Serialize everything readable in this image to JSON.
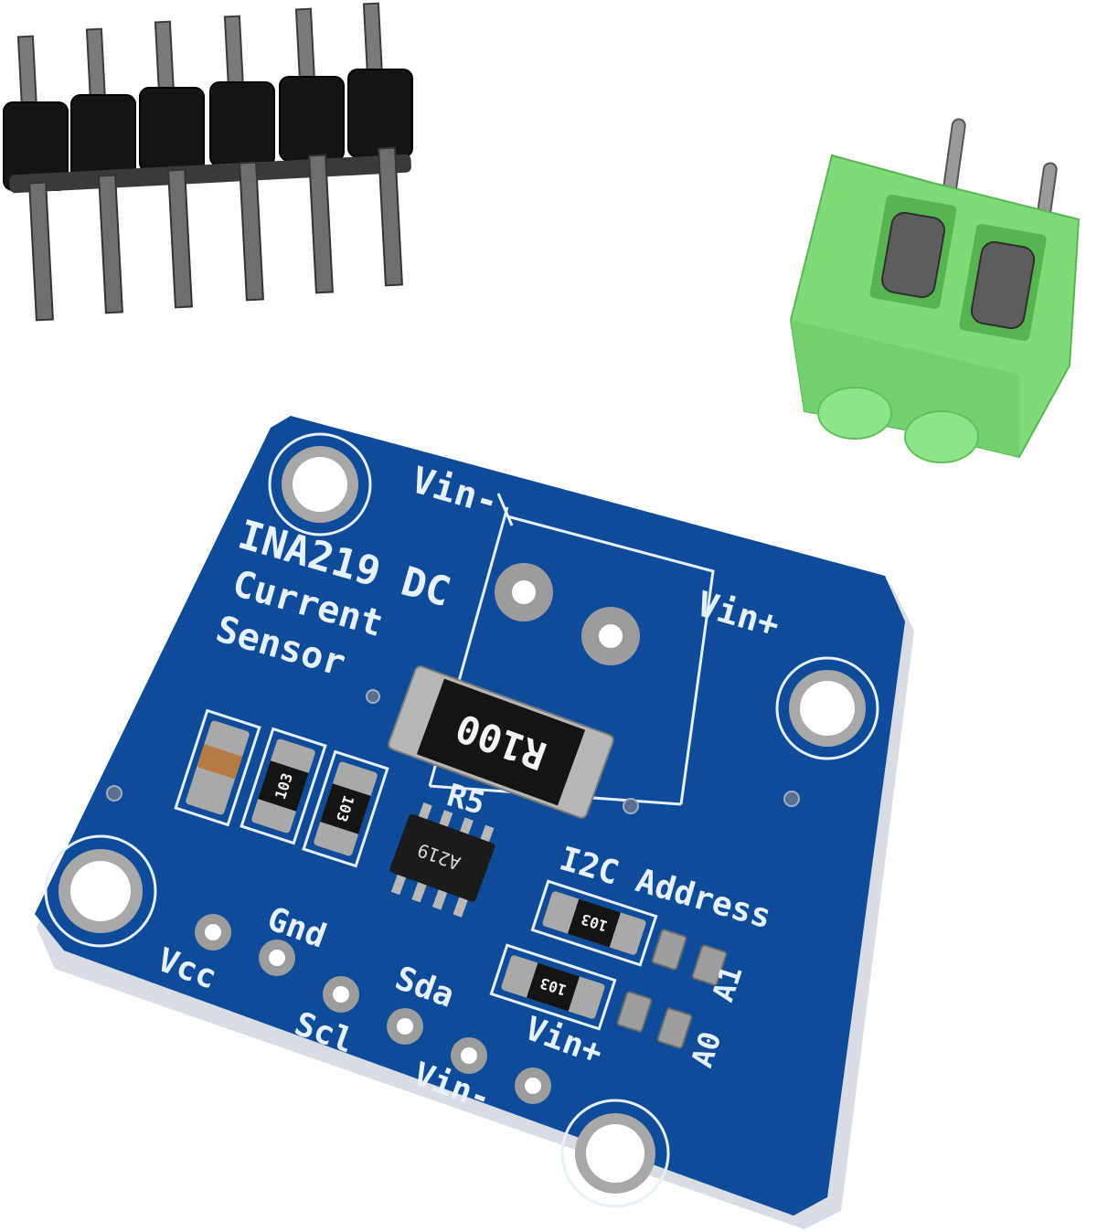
{
  "scene": {
    "description": "INA219 DC current sensor breakout kit on white background",
    "background_color": "#ffffff"
  },
  "pin_header": {
    "pin_count": 6,
    "housing_color": "#111111",
    "pin_color": "#6f6f6f"
  },
  "terminal_block": {
    "positions": 2,
    "body_color": "#7fe07a",
    "screw_color": "#6a6a6a"
  },
  "board": {
    "pcb_color": "#0f4f9e",
    "silkscreen_color": "#e6f1fb",
    "title_lines": [
      "INA219 DC",
      "Current",
      "Sensor"
    ],
    "top_labels": {
      "vin_minus": "Vin-",
      "vin_plus": "Vin+"
    },
    "header_labels": [
      "Vcc",
      "Gnd",
      "Scl",
      "Sda",
      "Vin-",
      "Vin+"
    ],
    "i2c_label": "I2C Address",
    "address_jumpers": [
      "A0",
      "A1"
    ],
    "shunt_resistor": {
      "ref": "R5",
      "marking": "R100"
    },
    "chip": {
      "marking": "A219"
    },
    "smd_resistors": [
      "103",
      "103",
      "103",
      "103"
    ]
  }
}
